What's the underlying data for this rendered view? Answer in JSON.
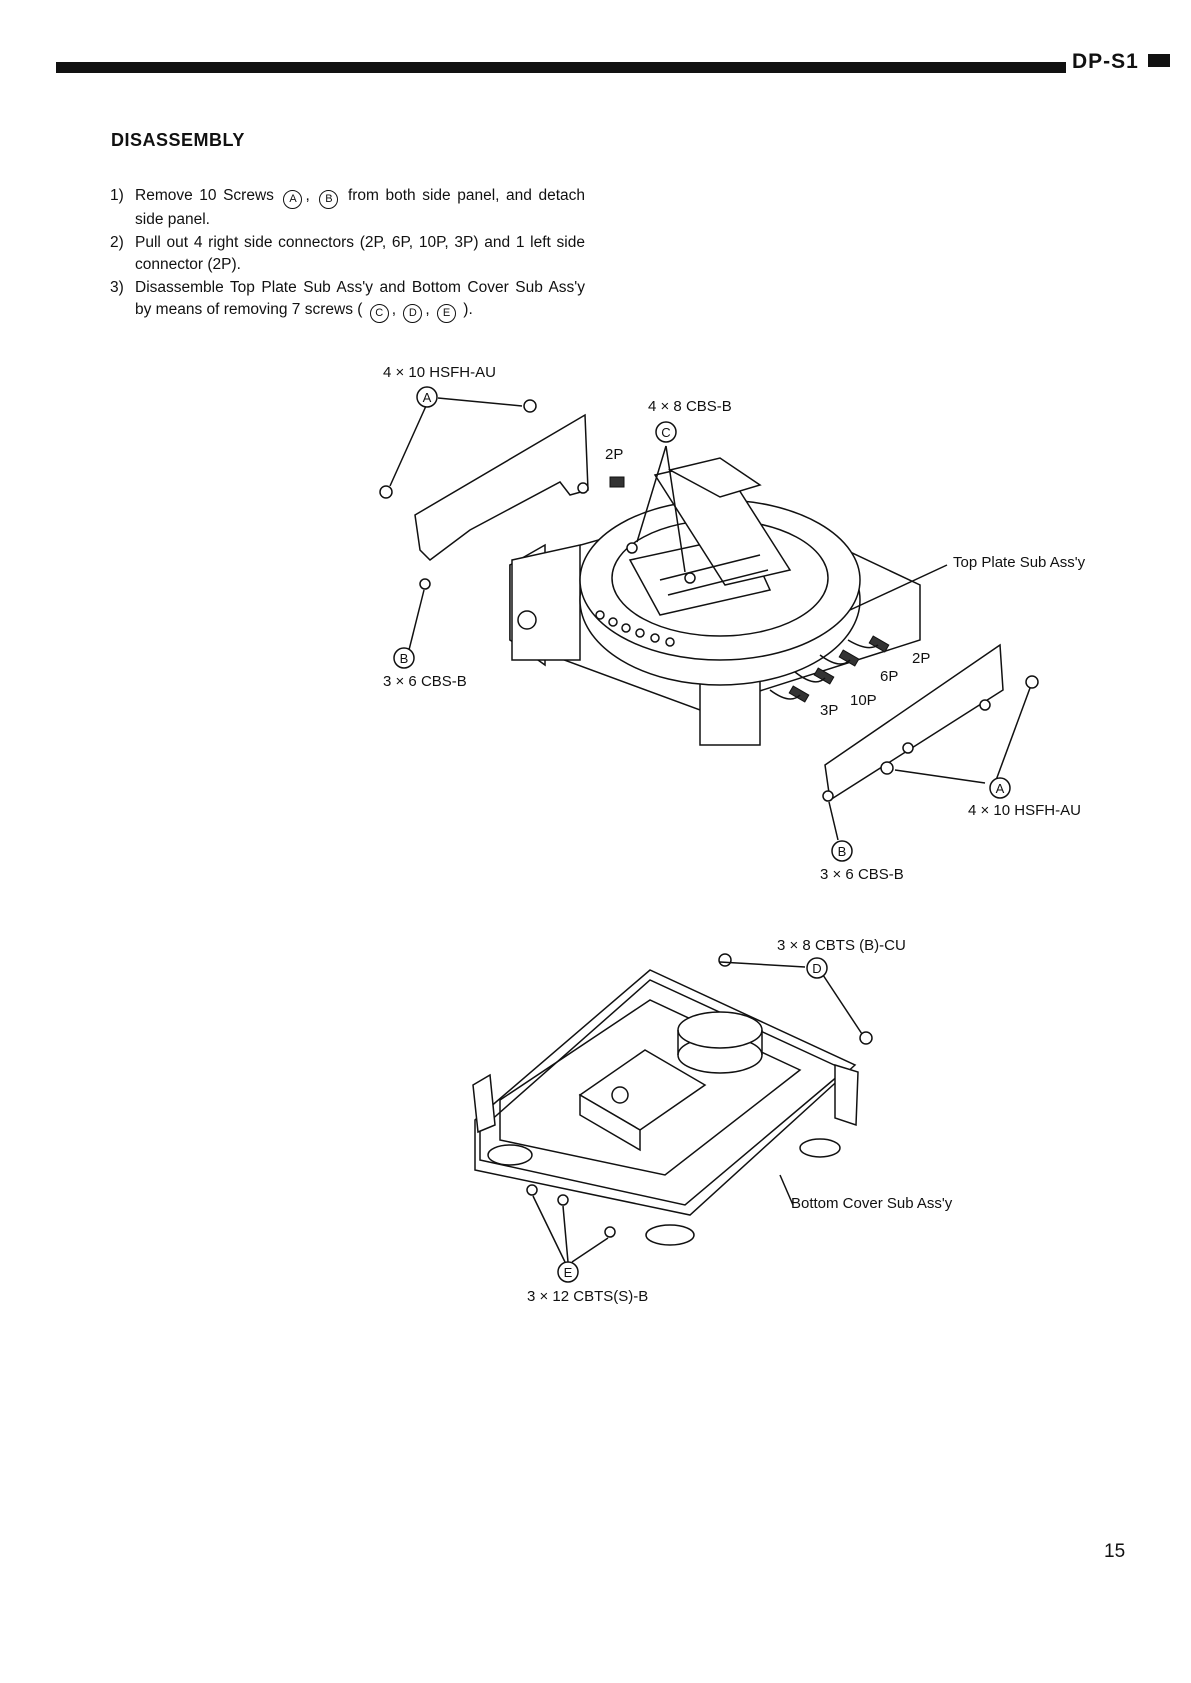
{
  "header": {
    "model": "DP-S1"
  },
  "section": {
    "title": "DISASSEMBLY"
  },
  "steps": [
    {
      "num": "1)",
      "text_a": "Remove 10 Screws",
      "text_b": "from both side panel, and detach side panel."
    },
    {
      "num": "2)",
      "text": "Pull out 4 right side connectors (2P, 6P, 10P, 3P) and 1 left side connector (2P)."
    },
    {
      "num": "3)",
      "text_a": "Disassemble Top Plate Sub Ass'y and Bottom Cover Sub Ass'y by means of removing 7 screws (",
      "text_b": ")."
    }
  ],
  "markers": {
    "a": "A",
    "b": "B",
    "c": "C",
    "d": "D",
    "e": "E"
  },
  "figure1": {
    "screw_a_top": "4 × 10 HSFH-AU",
    "screw_c": "4 × 8 CBS-B",
    "screw_b_left": "3 × 6 CBS-B",
    "top_plate": "Top Plate Sub Ass'y",
    "conn_left_2p": "2P",
    "conn_2p": "2P",
    "conn_6p": "6P",
    "conn_10p": "10P",
    "conn_3p": "3P",
    "screw_a_right": "4 × 10 HSFH-AU",
    "screw_b_right": "3 × 6 CBS-B"
  },
  "figure2": {
    "screw_d": "3 × 8 CBTS (B)-CU",
    "bottom_cover": "Bottom Cover Sub Ass'y",
    "screw_e": "3 × 12 CBTS(S)-B"
  },
  "footer": {
    "page_number": "15"
  }
}
